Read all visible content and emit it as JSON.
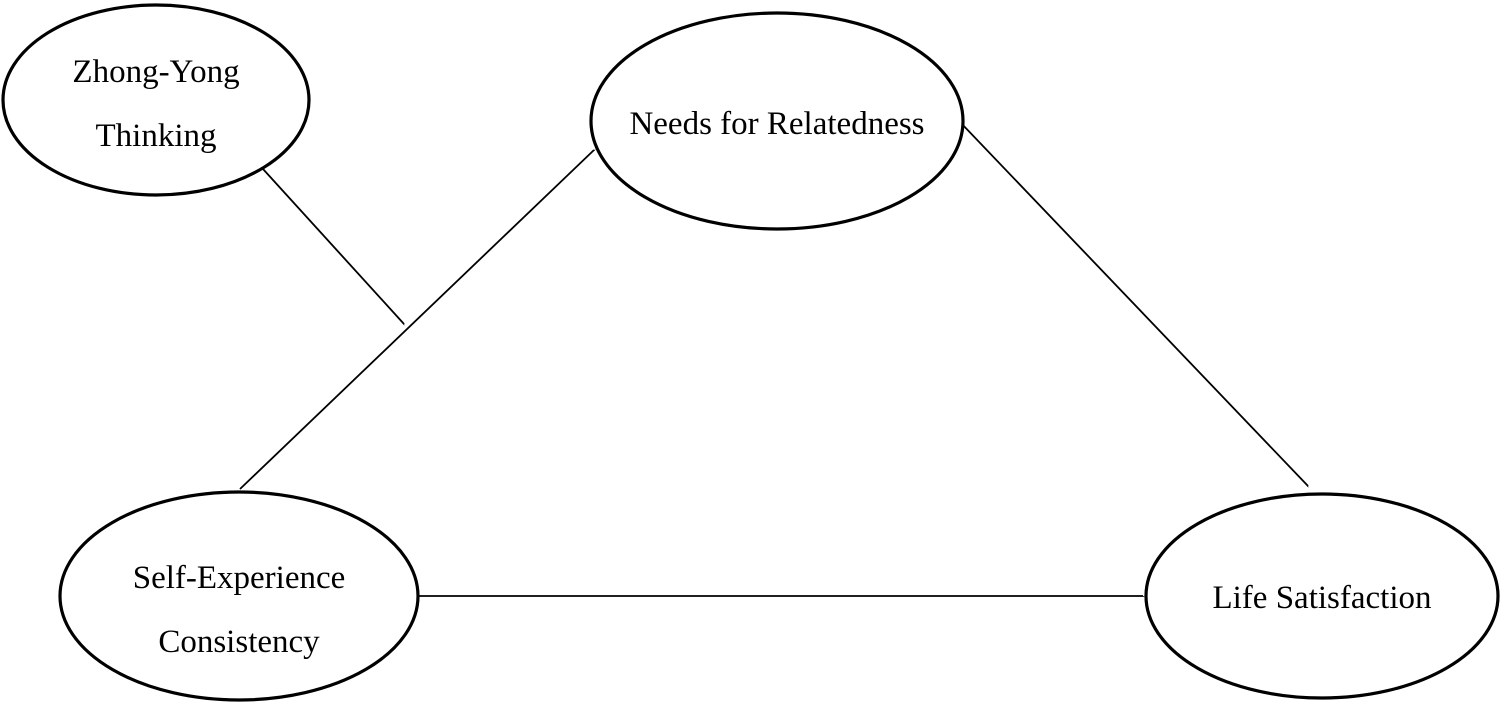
{
  "diagram": {
    "type": "path-model",
    "background_color": "#ffffff",
    "stroke_color": "#000000",
    "text_color": "#000000",
    "nodes": [
      {
        "id": "zhong-yong-thinking",
        "label": "Zhong-Yong Thinking",
        "lines": [
          "Zhong-Yong",
          "Thinking"
        ],
        "shape": "ellipse",
        "position": "top-left"
      },
      {
        "id": "needs-for-relatedness",
        "label": "Needs for Relatedness",
        "lines": [
          "Needs for Relatedness"
        ],
        "shape": "ellipse",
        "position": "top-center"
      },
      {
        "id": "self-experience-consistency",
        "label": "Self-Experience Consistency",
        "lines": [
          "Self-Experience",
          "Consistency"
        ],
        "shape": "ellipse",
        "position": "bottom-left"
      },
      {
        "id": "life-satisfaction",
        "label": "Life Satisfaction",
        "lines": [
          "Life Satisfaction"
        ],
        "shape": "ellipse",
        "position": "bottom-right"
      }
    ],
    "edges": [
      {
        "from": "self-experience-consistency",
        "to": "needs-for-relatedness",
        "style": "arrow",
        "label": ""
      },
      {
        "from": "needs-for-relatedness",
        "to": "life-satisfaction",
        "style": "arrow",
        "label": ""
      },
      {
        "from": "self-experience-consistency",
        "to": "life-satisfaction",
        "style": "arrow",
        "label": ""
      },
      {
        "from": "zhong-yong-thinking",
        "to": "path(self-experience-consistency -> needs-for-relatedness)",
        "style": "arrow",
        "role": "moderation",
        "label": ""
      }
    ]
  }
}
